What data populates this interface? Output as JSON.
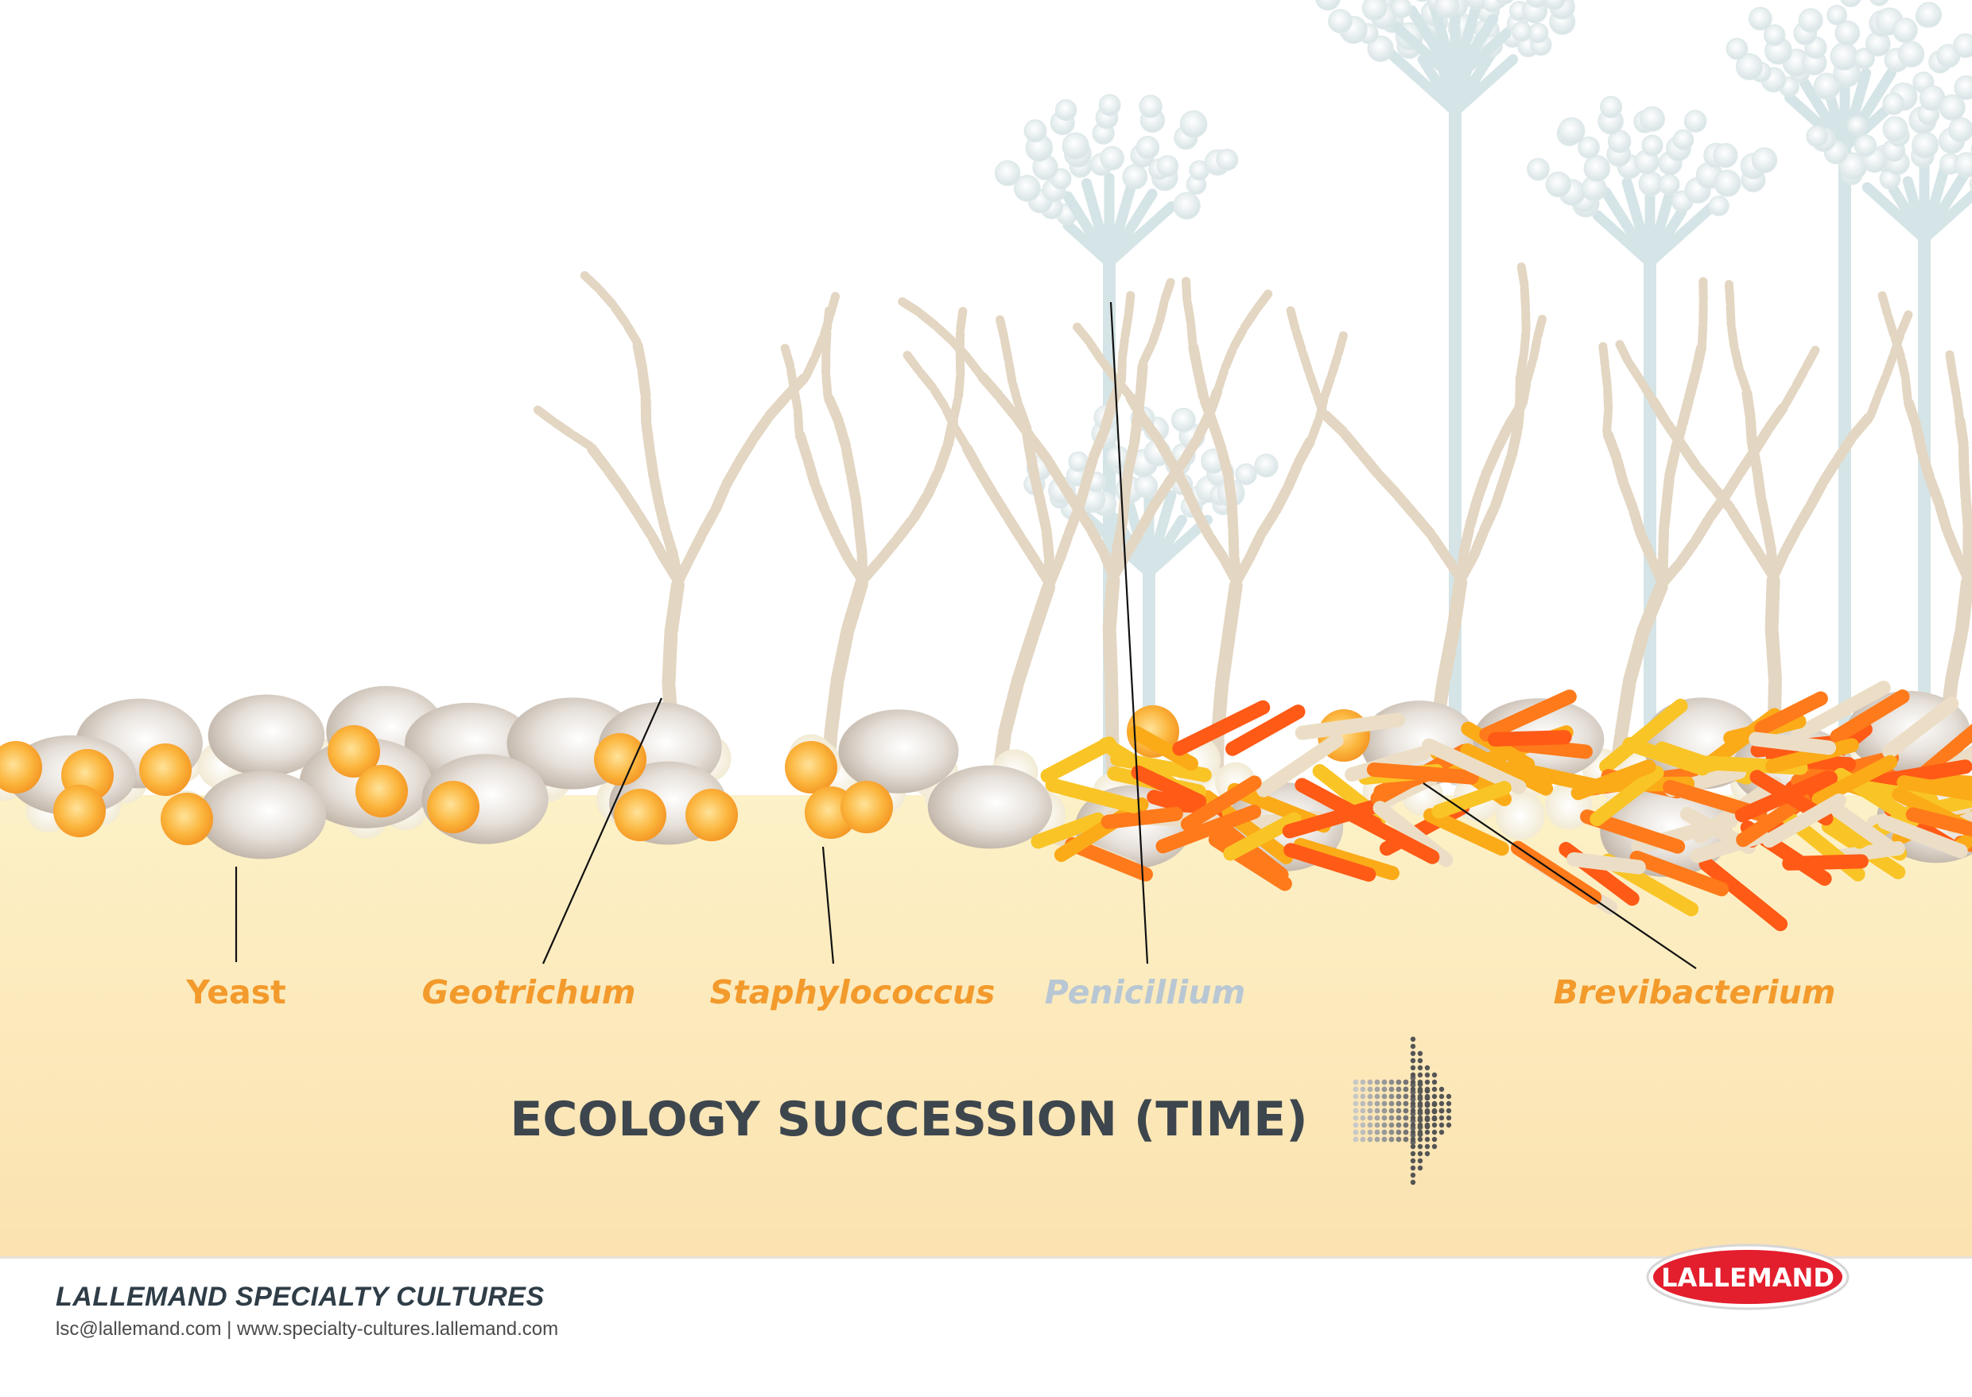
{
  "labels": {
    "yeast": "Yeast",
    "geotrichum": "Geotrichum",
    "staphylococcus": "Staphylococcus",
    "penicillium": "Penicillium",
    "brevibacterium": "Brevibacterium"
  },
  "title": "ECOLOGY SUCCESSION (TIME)",
  "footer": {
    "company": "LALLEMAND SPECIALTY CULTURES",
    "contact": "lsc@lallemand.com | www.specialty-cultures.lallemand.com"
  },
  "logo": {
    "text": "LALLEMAND"
  },
  "colors": {
    "label_orange": "#f39a2c",
    "label_penicillium": "#b8c7d3",
    "title": "#3d464d",
    "logo_red": "#e31e2d"
  }
}
